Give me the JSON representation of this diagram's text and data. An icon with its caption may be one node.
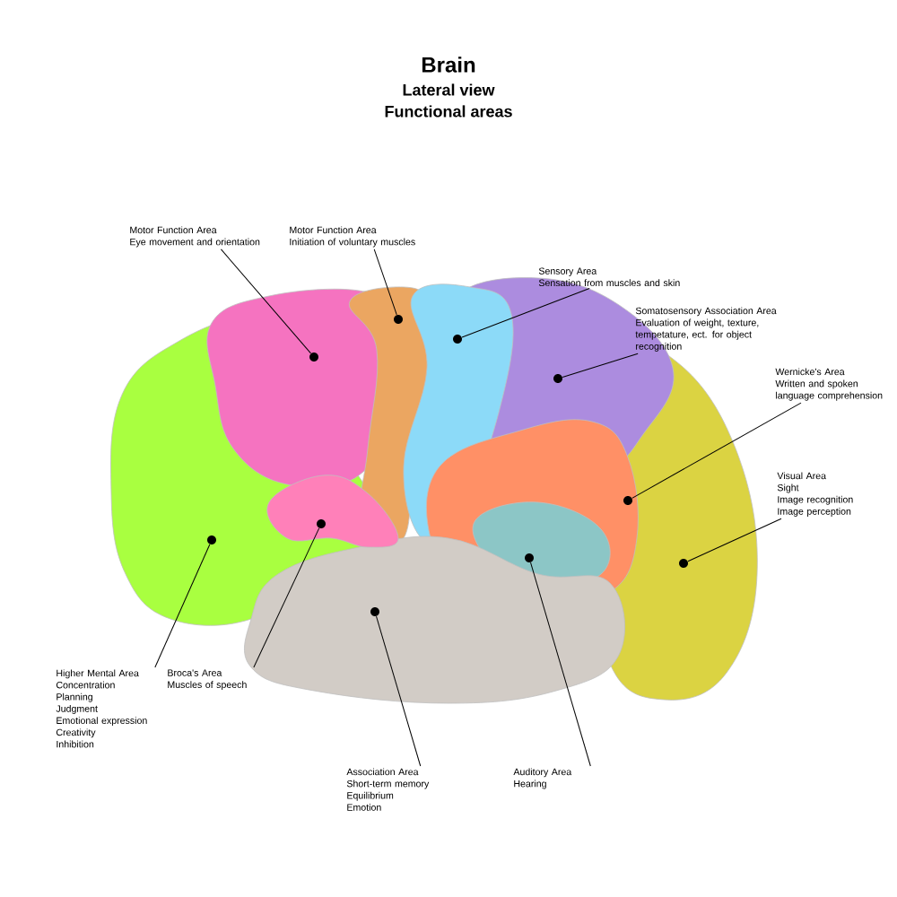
{
  "diagram": {
    "title": "Brain",
    "nodes": [
      {
        "text": [
          "Motor Function Area",
          "Eye movement and orientation"
        ]
      },
      {
        "text": [
          "Motor Function Area",
          "Initiation of voluntary muscles"
        ]
      },
      {
        "text": [
          "Sensory Area",
          "Sensation from muscles and skin"
        ]
      },
      {
        "text": [
          "Somatosensory Association Area",
          "Evaluation of weight, texture, tempetature, ect. for object recognition"
        ]
      },
      {
        "text": [
          "Wernicke's Area",
          "Written and spoken language comprehension"
        ]
      },
      {
        "text": [
          "Visual Area",
          "Sight",
          "Image recognition",
          "Image perception"
        ]
      },
      {
        "text": [
          "Higher Mental Area",
          "Concentration",
          "Planning",
          "Judgment",
          "Emotional expression",
          "Creativity",
          "Inhibition"
        ]
      },
      {
        "text": [
          "Broca's Area",
          "Muscles of speech"
        ]
      },
      {
        "text": [
          "Association Area",
          "Short-term memory",
          "Equilibrium",
          "Emotion"
        ]
      },
      {
        "text": [
          "Auditory Area",
          "Hearing"
        ]
      },
      {
        "text": [],
        "shape": "circle"
      },
      {
        "text": [],
        "shape": "circle"
      },
      {
        "text": [],
        "shape": "circle"
      },
      {
        "text": [],
        "shape": "circle"
      },
      {
        "text": [],
        "shape": "circle"
      },
      {
        "text": [],
        "shape": "circle"
      },
      {
        "text": [],
        "shape": "circle"
      },
      {
        "text": [],
        "shape": "circle"
      },
      {
        "text": [],
        "shape": "circle"
      },
      {
        "text": [],
        "shape": "circle"
      }
    ],
    "edges": [
      {
        "from": 0,
        "to": 11,
        "arrow": "none"
      },
      {
        "from": 1,
        "to": 14,
        "arrow": "none"
      },
      {
        "from": 2,
        "to": 15,
        "arrow": "none"
      },
      {
        "from": 3,
        "to": 17,
        "arrow": "none"
      },
      {
        "from": 4,
        "to": 18,
        "arrow": "none"
      },
      {
        "from": 5,
        "to": 19,
        "arrow": "none"
      },
      {
        "from": 6,
        "to": 10,
        "arrow": "none"
      },
      {
        "from": 7,
        "to": 12,
        "arrow": "none"
      },
      {
        "from": 8,
        "to": 13,
        "arrow": "none"
      },
      {
        "from": 9,
        "to": 16,
        "arrow": "none"
      }
    ],
    "labels": [
      "Lateral view",
      "Functional areas"
    ]
  }
}
